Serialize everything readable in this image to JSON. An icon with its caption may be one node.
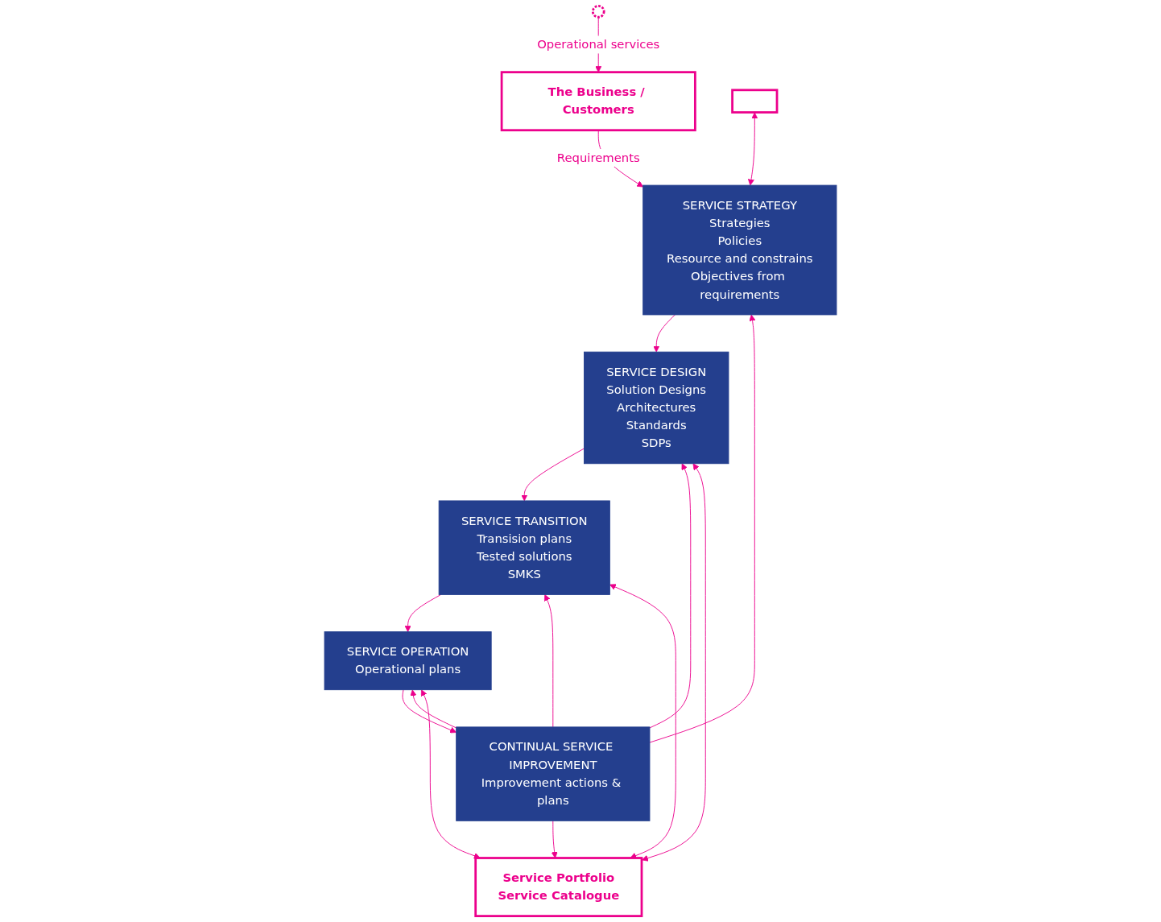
{
  "diagram": {
    "nodes": [
      {
        "text": [
          "The Business / Customers"
        ]
      },
      {
        "text": [],
        "shape": "box"
      },
      {
        "text": [
          "Service Portfolio",
          "Service Catalogue"
        ]
      },
      {
        "text": [
          "SERVICE STRATEGY",
          "Strategies",
          "Policies",
          "Resource and constrains",
          "Objectives from requirements"
        ]
      },
      {
        "text": [
          "SERVICE DESIGN",
          "Solution Designs",
          "Architectures",
          "Standards",
          "SDPs"
        ]
      },
      {
        "text": [
          "SERVICE TRANSITION",
          "Transision plans",
          "Tested solutions",
          "SMKS"
        ]
      },
      {
        "text": [
          "SERVICE OPERATION",
          "Operational plans"
        ]
      },
      {
        "text": [
          "CONTINUAL SERVICE IMPROVEMENT",
          "Improvement actions & plans"
        ]
      },
      {
        "text": [],
        "shape": "circle"
      }
    ],
    "edges": [
      {
        "from": 0,
        "to": 3,
        "arrow": "to",
        "label": "Requirements"
      },
      {
        "from": 1,
        "to": 3,
        "arrow": "both"
      },
      {
        "from": 2,
        "to": 4,
        "arrow": "both"
      },
      {
        "from": 2,
        "to": 5,
        "arrow": "both"
      },
      {
        "from": 2,
        "to": 6,
        "arrow": "both"
      },
      {
        "from": 3,
        "to": 4,
        "arrow": "to"
      },
      {
        "from": 4,
        "to": 5,
        "arrow": "to"
      },
      {
        "from": 5,
        "to": 6,
        "arrow": "to"
      },
      {
        "from": 7,
        "to": 3,
        "arrow": "to"
      },
      {
        "from": 7,
        "to": 4,
        "arrow": "to"
      },
      {
        "from": 7,
        "to": 5,
        "arrow": "to"
      },
      {
        "from": 7,
        "to": 6,
        "arrow": "to"
      },
      {
        "from": 6,
        "to": 7,
        "arrow": "to"
      },
      {
        "from": 7,
        "to": 2,
        "arrow": "to"
      },
      {
        "from": 8,
        "to": 0,
        "arrow": "to",
        "label": "Operational services"
      }
    ]
  }
}
